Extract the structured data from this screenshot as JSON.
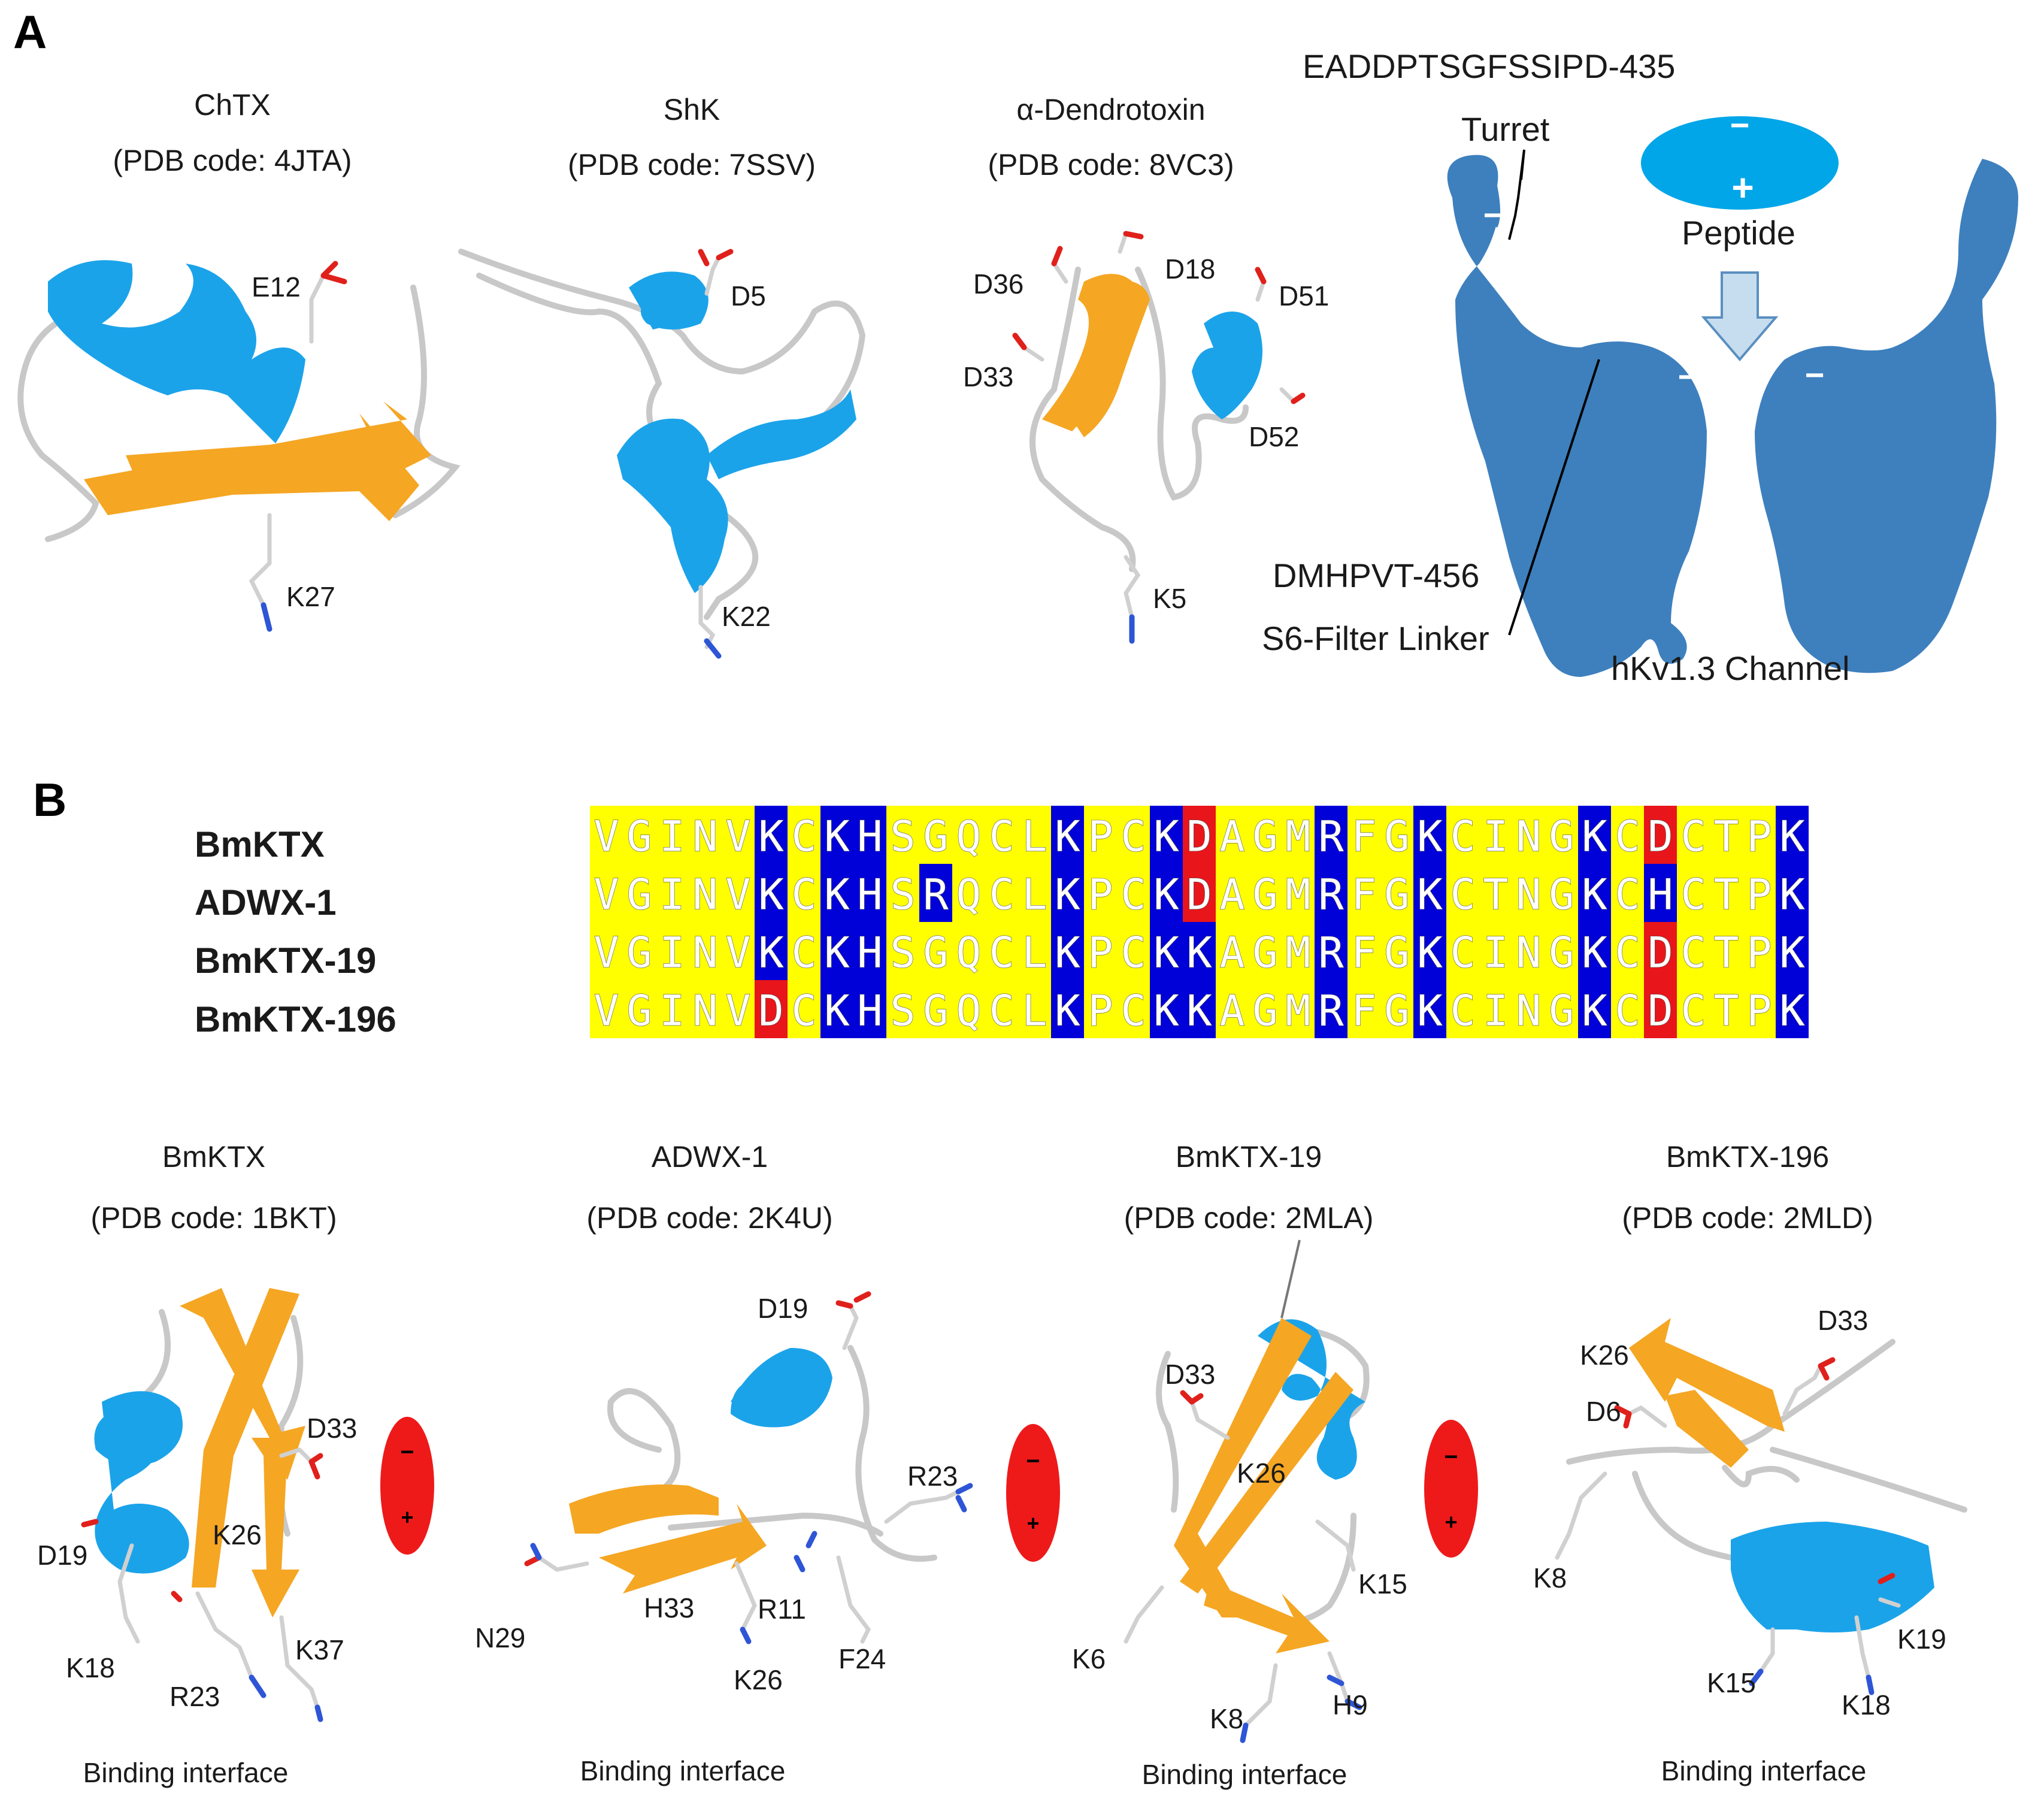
{
  "panels": {
    "a_label": "A",
    "b_label": "B"
  },
  "panel_a": {
    "structures": [
      {
        "name": "ChTX",
        "pdb": "(PDB code: 4JTA)",
        "residues": [
          "E12",
          "K27"
        ]
      },
      {
        "name": "ShK",
        "pdb": "(PDB code: 7SSV)",
        "residues": [
          "D5",
          "K22"
        ]
      },
      {
        "name": "α-Dendrotoxin",
        "pdb": "(PDB code: 8VC3)",
        "residues": [
          "D36",
          "D18",
          "D51",
          "D33",
          "D52",
          "K5"
        ]
      }
    ],
    "channel": {
      "top_label": "EADDPTSGFSSIPD-435",
      "turret": "Turret",
      "peptide": "Peptide",
      "linker_seq": "DMHPVT-456",
      "linker": "S6-Filter Linker",
      "name": "hKv1.3 Channel",
      "minus": "−",
      "plus": "+"
    }
  },
  "alignment": {
    "names": [
      "BmKTX",
      "ADWX-1",
      "BmKTX-19",
      "BmKTX-196"
    ],
    "sequences": [
      "VGINVKCKHSGQCLKPCKDAGMRFGKCINGKCDCTPK",
      "VGINVKCKHSRQCLKPCKDAGMRFGKCTNGKCHCTPK",
      "VGINVKCKHSGQCLKPCKKAGMRFGKCINGKCDCTPK",
      "VGINVDCKHSGQCLKPCKKAGMRFGKCINGKCDCTPK"
    ],
    "colors": {
      "background": "#ffff00",
      "basic": "#0000d8",
      "acidic": "#e8151b"
    }
  },
  "panel_b": {
    "structures": [
      {
        "name": "BmKTX",
        "pdb": "(PDB code: 1BKT)",
        "residues": [
          "D33",
          "K26",
          "D19",
          "K37",
          "K18",
          "R23"
        ],
        "interface": "Binding interface"
      },
      {
        "name": "ADWX-1",
        "pdb": "(PDB code: 2K4U)",
        "residues": [
          "D19",
          "R23",
          "N29",
          "H33",
          "R11",
          "F24",
          "K26"
        ],
        "interface": "Binding interface"
      },
      {
        "name": "BmKTX-19",
        "pdb": "(PDB code: 2MLA)",
        "residues": [
          "D33",
          "K26",
          "K15",
          "K6",
          "H9",
          "K8"
        ],
        "interface": "Binding interface"
      },
      {
        "name": "BmKTX-196",
        "pdb": "(PDB code: 2MLD)",
        "residues": [
          "K26",
          "D33",
          "D6",
          "K8",
          "K19",
          "K15",
          "K18"
        ],
        "interface": "Binding interface"
      }
    ],
    "dipole": {
      "minus": "−",
      "plus": "+"
    }
  }
}
